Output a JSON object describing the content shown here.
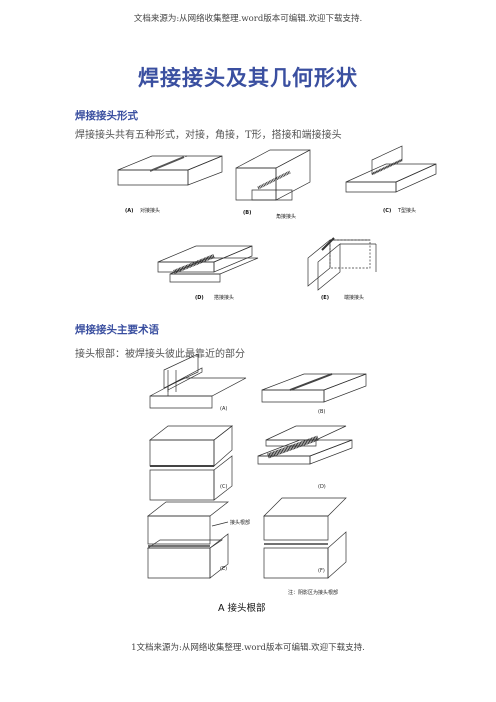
{
  "header_note": "文档来源为:从网络收集整理.word版本可编辑.欢迎下载支持.",
  "title": "焊接接头及其几何形状",
  "section1": {
    "heading": "焊接接头形式",
    "text": "焊接接头共有五种形式，对接，角接，T形，搭接和端接接头"
  },
  "figure1": {
    "labels": [
      "(A)",
      "对接接头",
      "(B)",
      "角接接头",
      "(C)",
      "T型接头",
      "(D)",
      "搭接接头",
      "(E)",
      "端接接头"
    ]
  },
  "section2": {
    "heading": "焊接接头主要术语",
    "text": "接头根部：被焊接头彼此最靠近的部分"
  },
  "figure2": {
    "labels": [
      "(A)",
      "(B)",
      "(C)",
      "(D)",
      "(E)",
      "(F)"
    ],
    "callout": "接头根部",
    "note": "注：阴影区为接头根部",
    "caption": "A 接头根部"
  },
  "footer_note": "1文档来源为:从网络收集整理.word版本可编辑.欢迎下载支持."
}
